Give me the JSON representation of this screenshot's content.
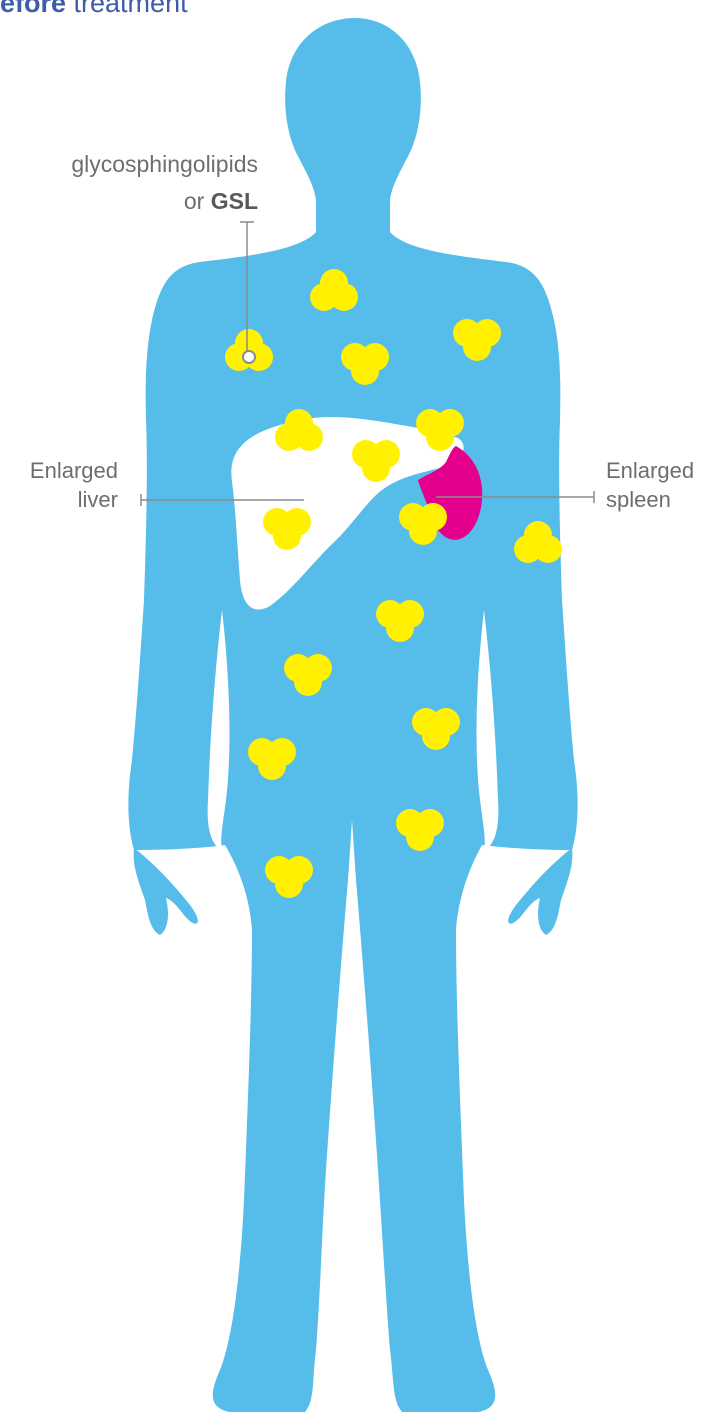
{
  "header": {
    "emphasis": "efore",
    "rest": " treatment",
    "color": "#3f5ba9"
  },
  "labels": {
    "gsl_line1": "glycosphingolipids",
    "gsl_prefix": "or ",
    "gsl_abbrev": "GSL",
    "liver_line1": "Enlarged",
    "liver_line2": "liver",
    "spleen_line1": "Enlarged",
    "spleen_line2": "spleen"
  },
  "colors": {
    "body": "#56bdea",
    "liver": "#ffffff",
    "spleen": "#e4008c",
    "gsl_cluster": "#fff100",
    "label_text": "#6d6e71",
    "leader_line": "#8a8c8e"
  },
  "icons": {
    "gsl_cluster": "yellow-triple-sphere-cluster"
  }
}
